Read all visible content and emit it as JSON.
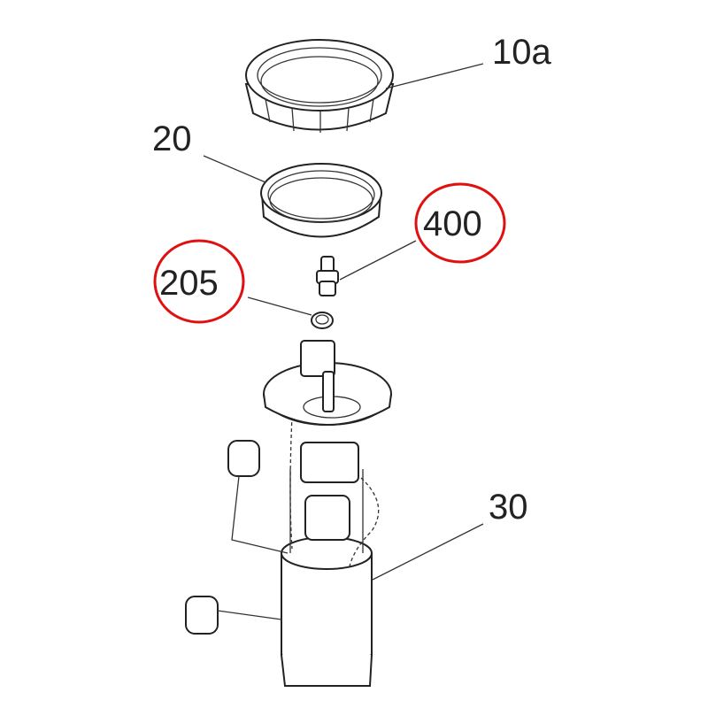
{
  "diagram": {
    "labels": {
      "lock_ring": "10a",
      "seal": "20",
      "fitting": "400",
      "clip": "205",
      "pump_module": "30"
    },
    "highlighted_labels": [
      "400",
      "205"
    ],
    "highlight_color": "#e01010"
  }
}
